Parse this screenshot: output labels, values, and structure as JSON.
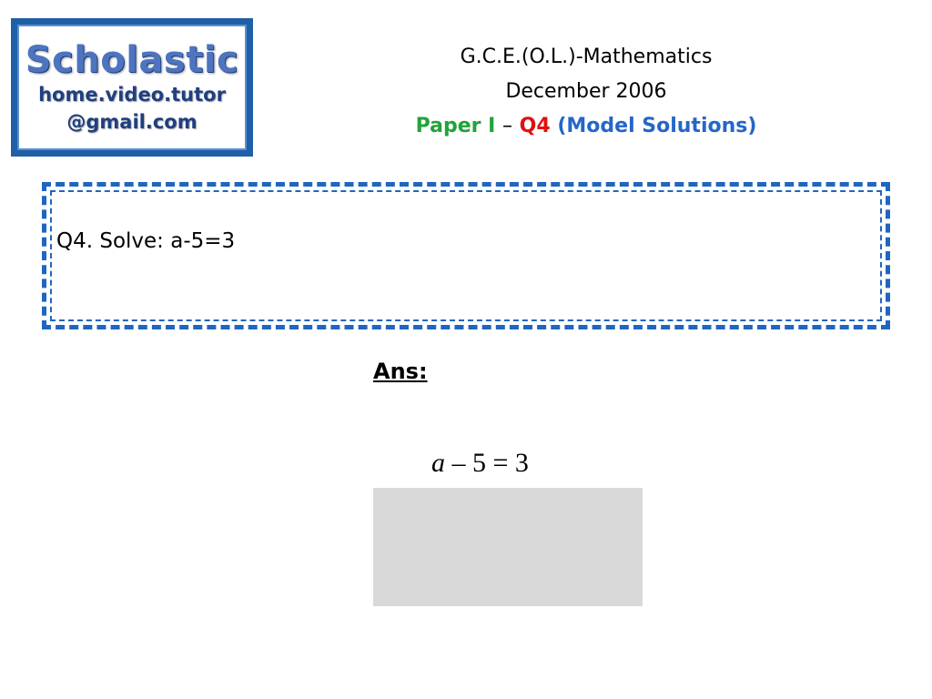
{
  "logo": {
    "brand": "Scholastic",
    "line1": "home.video.tutor",
    "line2": "@gmail.com"
  },
  "header": {
    "title": "G.C.E.(O.L.)-Mathematics",
    "date": "December 2006",
    "paper": "Paper I",
    "dash": "–",
    "question": "Q4",
    "solutions": "(Model Solutions)"
  },
  "question": {
    "text": "Q4. Solve: a-5=3"
  },
  "answer": {
    "label": "Ans:",
    "equation": {
      "variable": "a",
      "rest": " – 5 = 3"
    }
  },
  "colors": {
    "brand_blue": "#1f5fa8",
    "paper_green": "#22a33a",
    "question_red": "#e01010",
    "solutions_blue": "#2566c8",
    "dashed_border": "#1f66c0",
    "cover_gray": "#d9d9d9"
  }
}
